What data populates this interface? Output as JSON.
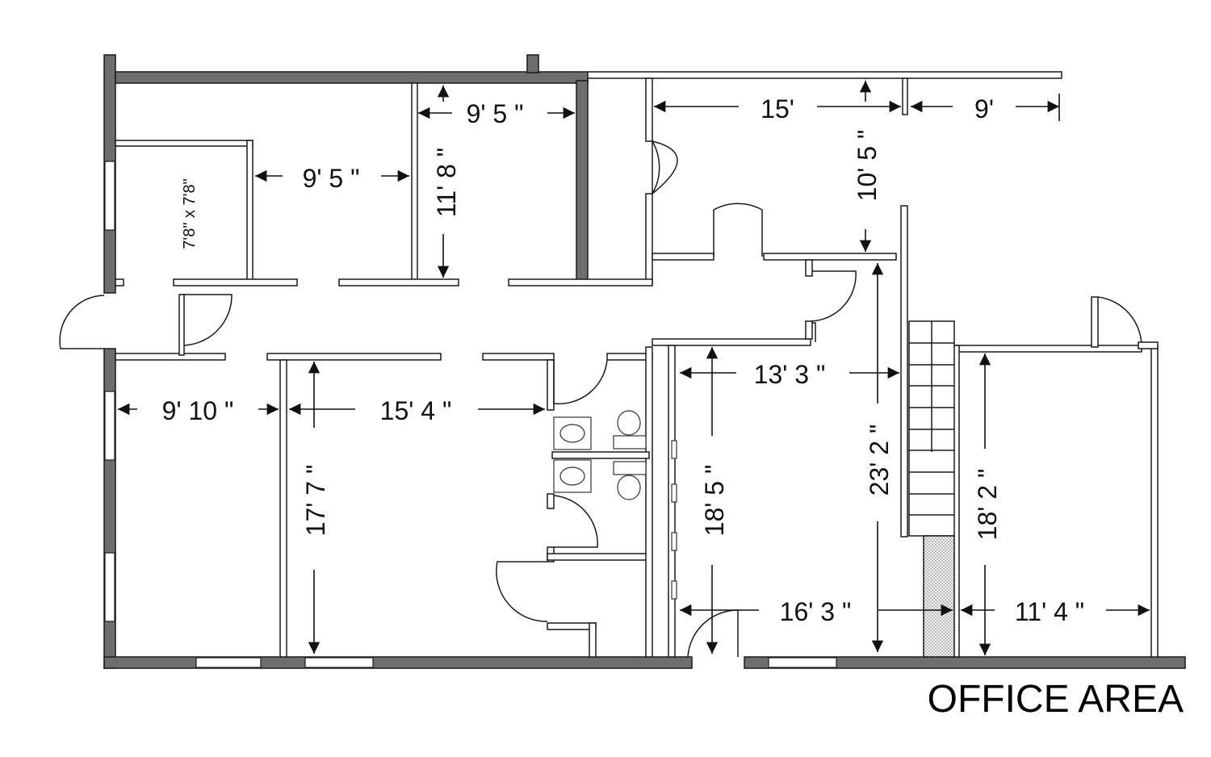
{
  "title": "OFFICE AREA",
  "room_label": "7'8\" x 7'8\"",
  "dimensions": {
    "top_room_width": "9' 5 \"",
    "top_room_depth": "11' 8 \"",
    "small_room_width": "9' 5 \"",
    "top_right_a": "15'",
    "top_right_b": "9'",
    "top_right_depth": "10' 5 \"",
    "left_office_width": "9' 10 \"",
    "center_office_width": "15' 4 \"",
    "center_office_depth": "17' 7 \"",
    "right_office_width": "13' 3 \"",
    "right_office_depth": "18' 5 \"",
    "stair_depth": "23' 2 \"",
    "bottom_mid_width": "16' 3 \"",
    "far_right_depth": "18' 2 \"",
    "far_right_width": "11' 4 \""
  },
  "colors": {
    "exterior_wall": "#6e6e6e",
    "lines": "#1a1a1a"
  }
}
